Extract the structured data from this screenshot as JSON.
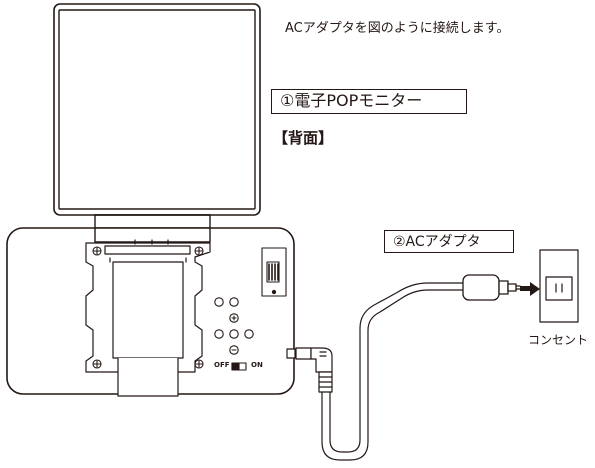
{
  "instruction": "ACアダプタを図のように接続します。",
  "labels": {
    "monitor": "①電子POPモニター",
    "rear": "【背面】",
    "adapter": "②ACアダプタ",
    "outlet": "コンセント"
  },
  "switch": {
    "off": "OFF",
    "on": "ON"
  },
  "colors": {
    "line": "#231815",
    "fill": "#ffffff",
    "gray": "#bfbfbf"
  }
}
